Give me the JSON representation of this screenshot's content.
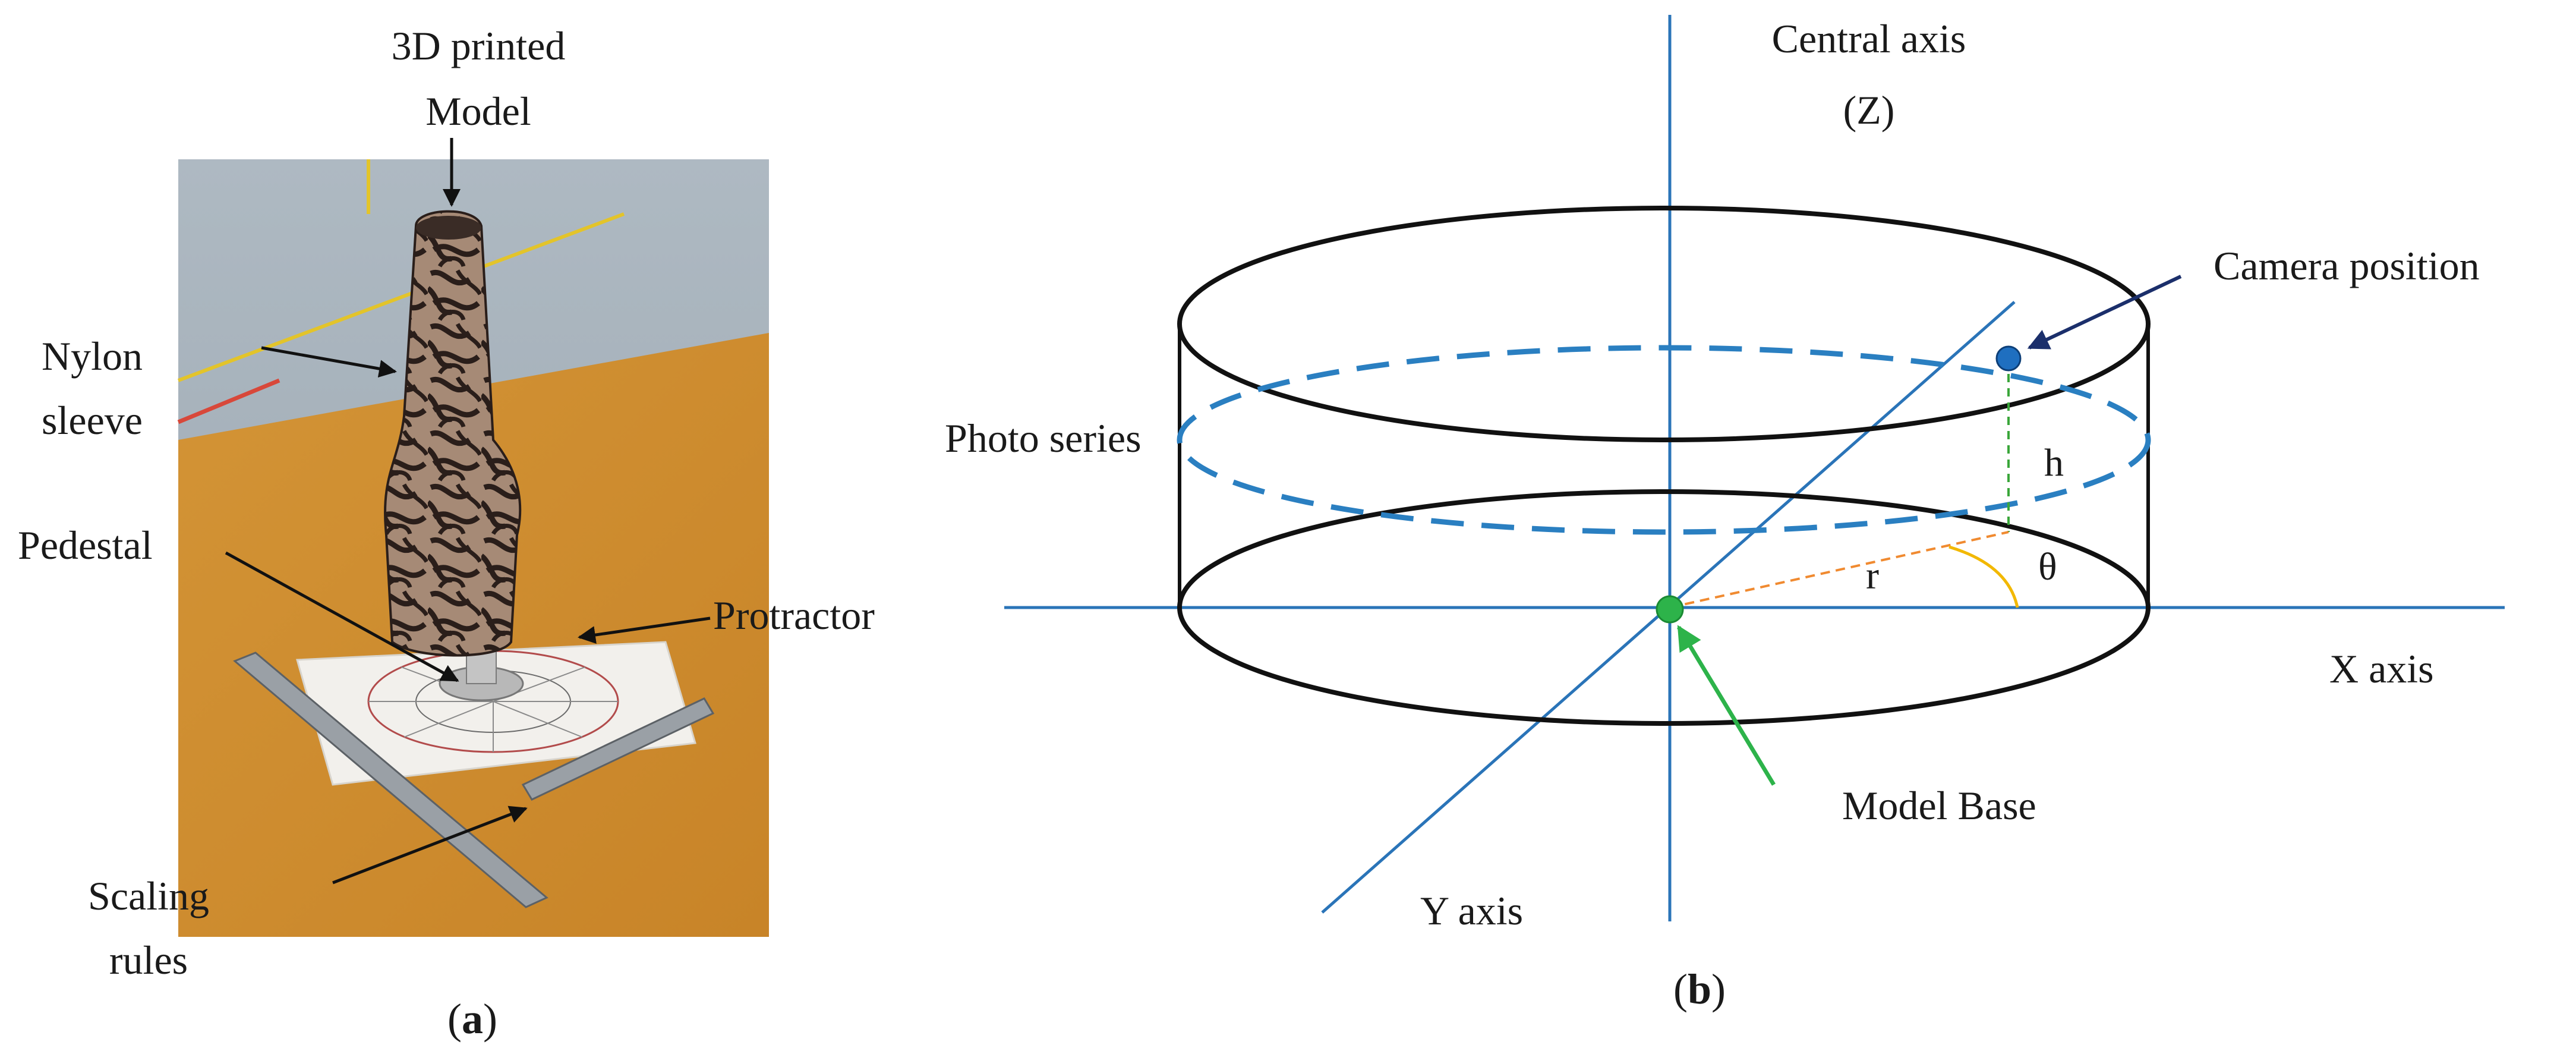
{
  "panel_a": {
    "labels": {
      "model": [
        "3D printed",
        "Model"
      ],
      "sleeve": [
        "Nylon",
        "sleeve"
      ],
      "pedestal": "Pedestal",
      "protractor": "Protractor",
      "rules": [
        "Scaling",
        "rules"
      ]
    },
    "caption": {
      "open": "(",
      "letter": "a",
      "close": ")"
    }
  },
  "panel_b": {
    "labels": {
      "central_axis": [
        "Central axis",
        "(Z)"
      ],
      "camera_position": "Camera position",
      "photo_series": "Photo series",
      "x_axis": "X axis",
      "y_axis": "Y axis",
      "model_base": "Model Base",
      "h": "h",
      "r": "r",
      "theta": "θ"
    },
    "caption": {
      "open": "(",
      "letter": "b",
      "close": ")"
    }
  },
  "colors": {
    "axis": "#2a74b8",
    "dashed_circle": "#2a7fc1",
    "cylinder": "#111111",
    "camera_dot": "#1f6fc0",
    "height_line": "#3aa63a",
    "radius_line": "#f08a30",
    "angle_arc": "#f2b800",
    "model_base": "#2db34a",
    "camera_arrow": "#1b2f6b",
    "table": "#d89a3a",
    "floor": "#a6b2bc",
    "sleeve": "#8a6e5e"
  }
}
